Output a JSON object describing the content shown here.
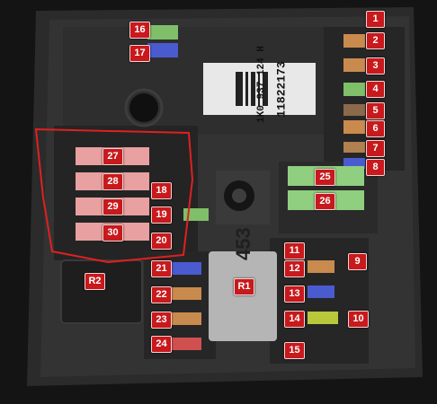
{
  "labels": {
    "f1": "1",
    "f2": "2",
    "f3": "3",
    "f4": "4",
    "f5": "5",
    "f6": "6",
    "f7": "7",
    "f8": "8",
    "f9": "9",
    "f10": "10",
    "f11": "11",
    "f12": "12",
    "f13": "13",
    "f14": "14",
    "f15": "15",
    "f16": "16",
    "f17": "17",
    "f18": "18",
    "f19": "19",
    "f20": "20",
    "f21": "21",
    "f22": "22",
    "f23": "23",
    "f24": "24",
    "f25": "25",
    "f26": "26",
    "f27": "27",
    "f28": "28",
    "f29": "29",
    "f30": "30",
    "r1": "R1",
    "r2": "R2"
  },
  "sticker": {
    "code": "1K0 937 124 H",
    "number": "11822173"
  },
  "relay": {
    "code": "453"
  },
  "colors": {
    "label_fill": "#c8191c",
    "highlight_outline": "#e02020",
    "fuse_orange": "#c98a4e",
    "fuse_green": "#7fbf6a",
    "fuse_blue": "#4a5bd0",
    "fuse_red": "#d05050",
    "fuse_pink": "#e8a0a0"
  }
}
